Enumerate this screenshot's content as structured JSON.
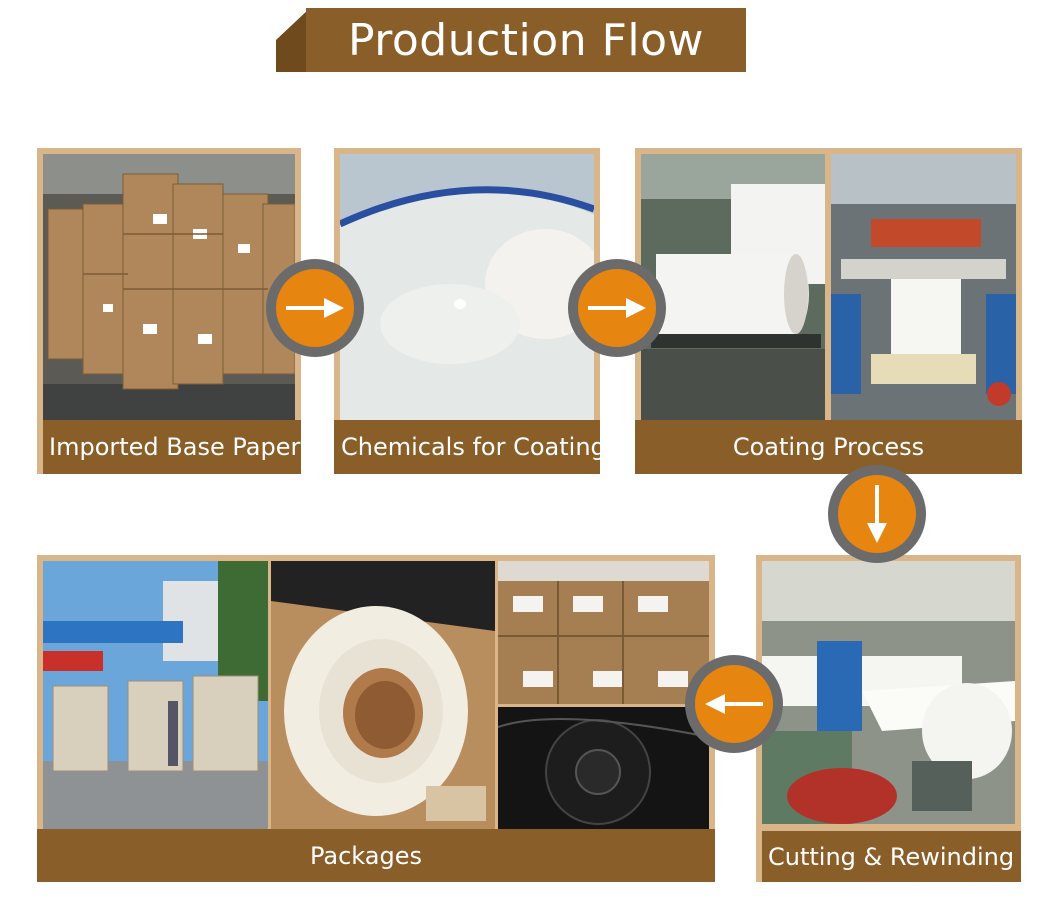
{
  "title": "Production Flow",
  "steps": {
    "imported_base_paper": "Imported Base Paper",
    "chemicals_for_coating": "Chemicals for Coating",
    "coating_process": "Coating Process",
    "cutting_rewinding": "Cutting & Rewinding",
    "packages": "Packages"
  },
  "colors": {
    "banner": "#8a5e28",
    "frame": "#d9b58a",
    "arrow": "#e6850f",
    "arrow_ring": "#6b6b6b"
  },
  "icons": [
    "arrow-right-icon",
    "arrow-right-icon",
    "arrow-down-icon",
    "arrow-left-icon"
  ]
}
